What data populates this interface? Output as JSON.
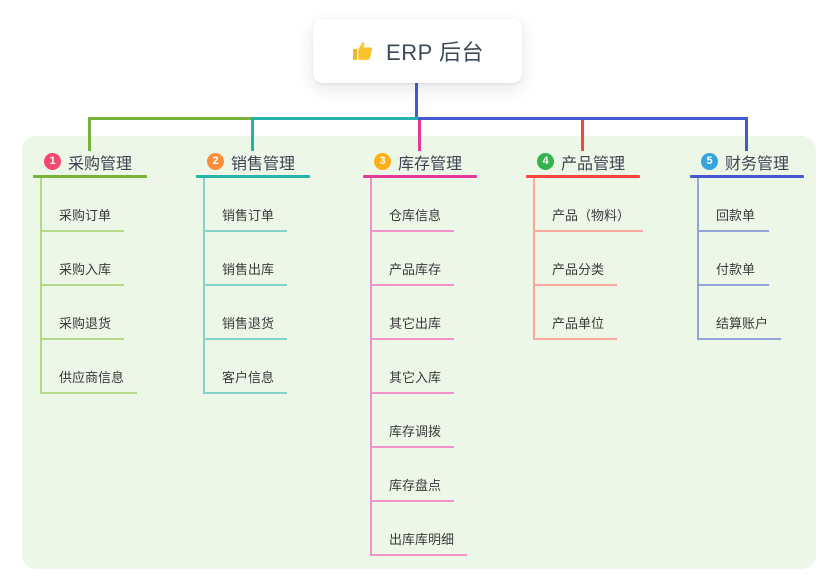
{
  "page": {
    "background_color": "#ffffff",
    "panel_color": "#edf7e8"
  },
  "root": {
    "label": "ERP 后台",
    "icon": "thumbs-up-icon",
    "icon_color": "#f9c32f",
    "stem_color": "#4558d1",
    "text_color": "#3e4a5a"
  },
  "branches": [
    {
      "badge": "1",
      "label": "采购管理",
      "badge_color": "#f4486e",
      "line_color": "#7ab33c",
      "child_line_color": "#b4d98b",
      "children": [
        "采购订单",
        "采购入库",
        "采购退货",
        "供应商信息"
      ]
    },
    {
      "badge": "2",
      "label": "销售管理",
      "badge_color": "#fb8e3b",
      "line_color": "#24b3a9",
      "child_line_color": "#84d4cb",
      "children": [
        "销售订单",
        "销售出库",
        "销售退货",
        "客户信息"
      ]
    },
    {
      "badge": "3",
      "label": "库存管理",
      "badge_color": "#ffaf13",
      "line_color": "#e23a96",
      "child_line_color": "#f193c8",
      "children": [
        "仓库信息",
        "产品库存",
        "其它出库",
        "其它入库",
        "库存调拨",
        "库存盘点",
        "出库库明细"
      ]
    },
    {
      "badge": "4",
      "label": "产品管理",
      "badge_color": "#33b34a",
      "line_color": "#f7453d",
      "child_line_color": "#fba8a1",
      "children": [
        "产品（物料）",
        "产品分类",
        "产品单位"
      ]
    },
    {
      "badge": "5",
      "label": "财务管理",
      "badge_color": "#35a3dc",
      "line_color": "#4558d1",
      "child_line_color": "#93a4d8",
      "children": [
        "回款单",
        "付款单",
        "结算账户"
      ]
    }
  ]
}
